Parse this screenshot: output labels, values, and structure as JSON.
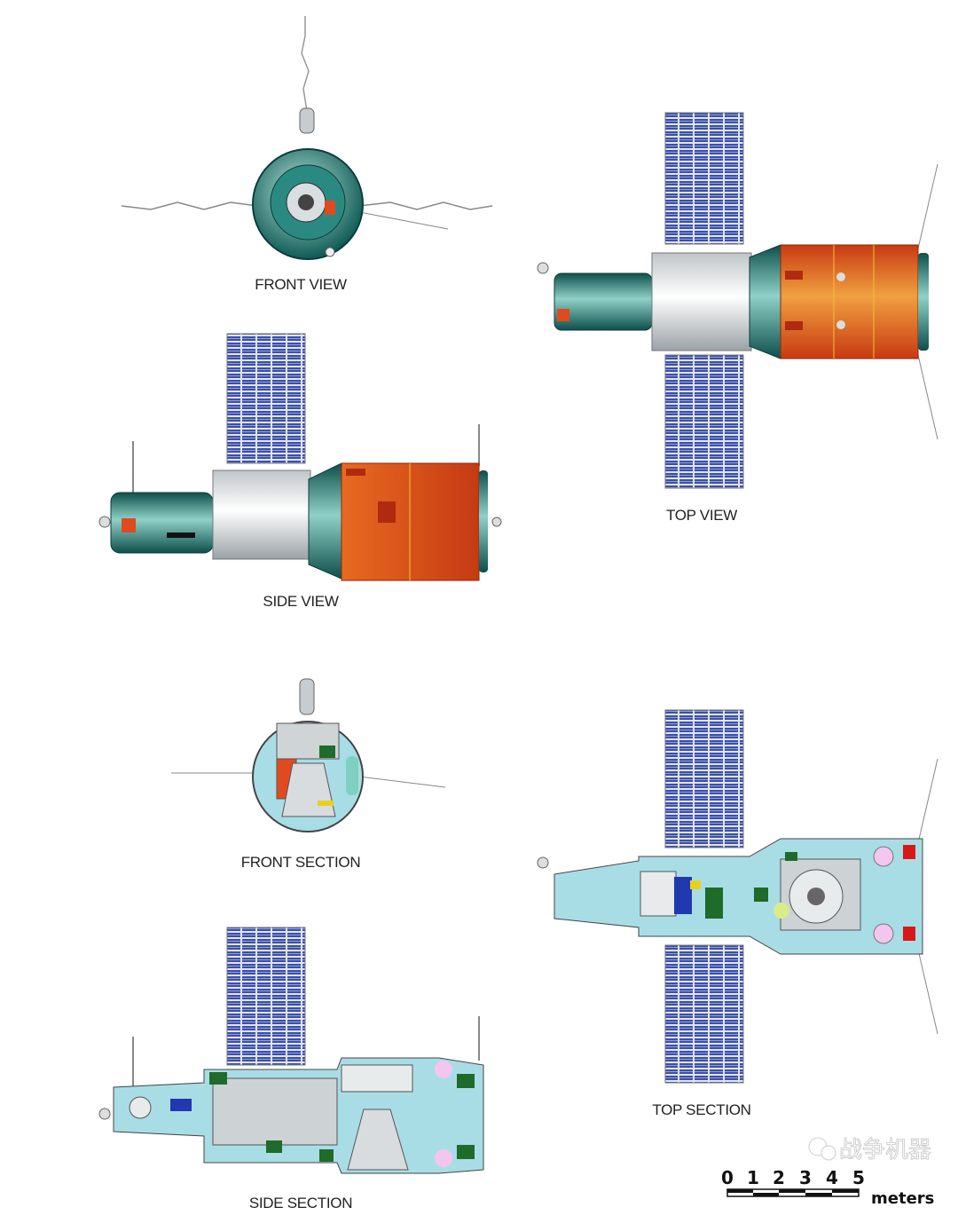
{
  "labels": {
    "front_view": "FRONT VIEW",
    "top_view": "TOP VIEW",
    "side_view": "SIDE VIEW",
    "front_section": "FRONT SECTION",
    "top_section": "TOP SECTION",
    "side_section": "SIDE SECTION"
  },
  "scale": {
    "ticks": [
      "0",
      "1",
      "2",
      "3",
      "4",
      "5"
    ],
    "unit": "meters"
  },
  "watermark": "战争机器",
  "colors": {
    "teal": "#1f7a74",
    "orange": "#e0561e",
    "panel_blue": "#3d4fa8",
    "section_blue": "#a9dde6",
    "equipment_green": "#1f6b2a"
  }
}
